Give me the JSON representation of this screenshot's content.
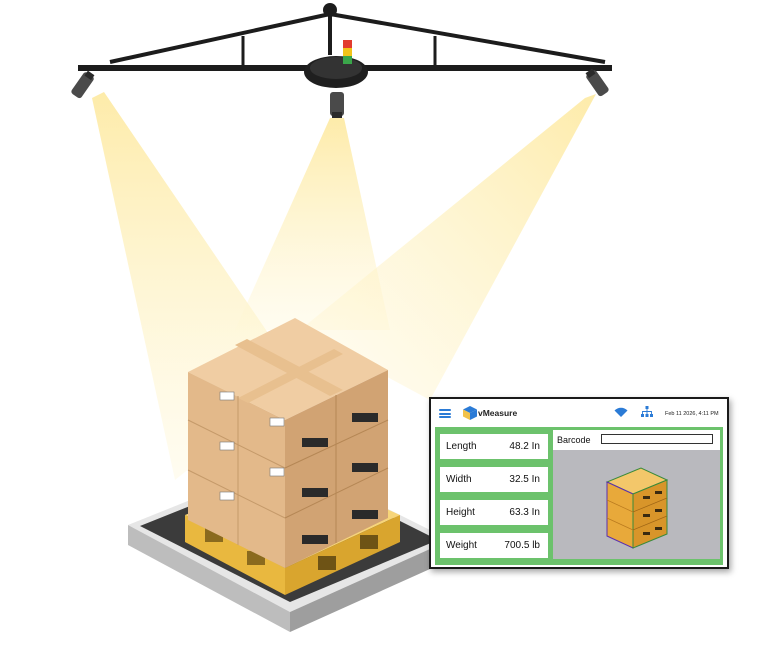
{
  "app": {
    "brand": "vMeasure",
    "datetime": "Feb 11 2026, 4:11 PM"
  },
  "measurements": [
    {
      "label": "Length",
      "value": "48.2 In"
    },
    {
      "label": "Width",
      "value": "32.5 In"
    },
    {
      "label": "Height",
      "value": "63.3 In"
    },
    {
      "label": "Weight",
      "value": "700.5 lb"
    }
  ],
  "barcode": {
    "label": "Barcode",
    "value": ""
  },
  "icons": {
    "menu": "hamburger-menu-icon",
    "logo": "cube-logo-icon",
    "wifi": "wifi-icon",
    "network": "network-icon"
  },
  "colors": {
    "accent": "#2b7bd6",
    "panel_green": "#6cc26c",
    "preview_gray": "#b9b9be",
    "light_beam": "#fff2b8",
    "box": "#d9b48a",
    "pallet": "#f2c24a",
    "stack_light": [
      "#e23b2e",
      "#f2c419",
      "#3aa64a"
    ]
  }
}
